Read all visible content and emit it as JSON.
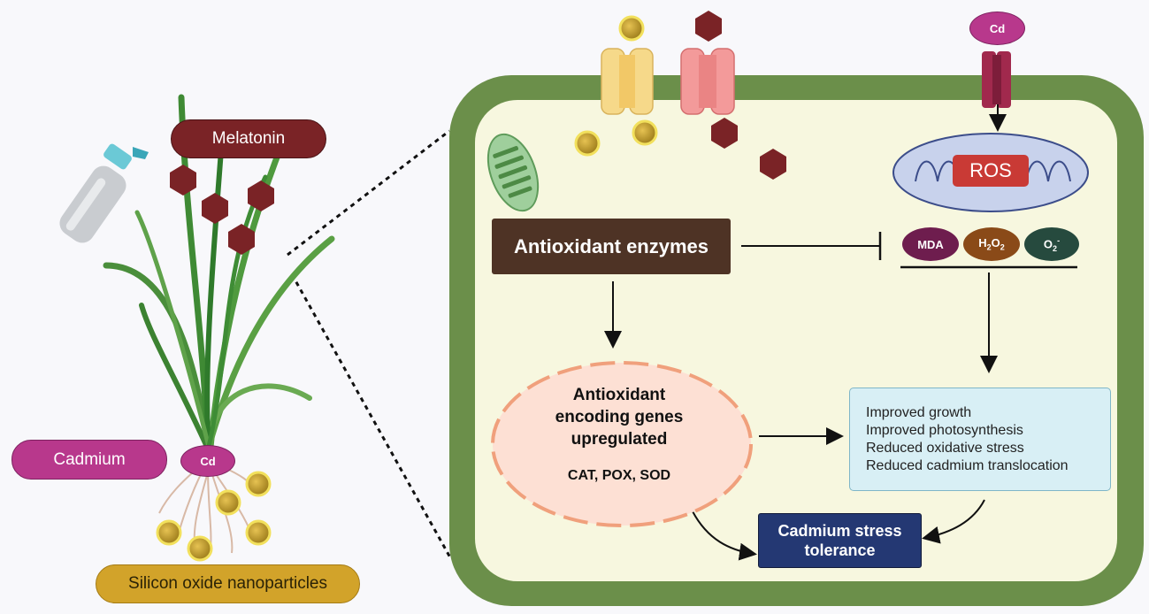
{
  "plant_panel": {
    "melatonin_label": "Melatonin",
    "cadmium_label": "Cadmium",
    "cd_root_label": "Cd",
    "nanoparticles_label": "Silicon oxide nanoparticles"
  },
  "cell_panel": {
    "cd_top_label": "Cd",
    "ros_label": "ROS",
    "mda_label": "MDA",
    "h2o2_label": "H2O2",
    "o2_label": "O2-",
    "antioxidant_enzymes_label": "Antioxidant enzymes",
    "genes_title_line1": "Antioxidant",
    "genes_title_line2": "encoding genes",
    "genes_title_line3": "upregulated",
    "genes_list": "CAT, POX, SOD",
    "outcomes": [
      "Improved growth",
      "Improved photosynthesis",
      "Reduced oxidative stress",
      "Reduced cadmium translocation"
    ],
    "tolerance_line1": "Cadmium stress",
    "tolerance_line2": "tolerance"
  },
  "colors": {
    "melatonin": "#7a2326",
    "cadmium": "#b8388c",
    "nanoparticle": "#d2a32a",
    "cell_wall": "#6b8f4a",
    "cytoplasm": "#f7f7df",
    "enzymes_box": "#4e3325",
    "tolerance_box": "#243873",
    "outcomes_box": "#d8eff5",
    "ros": "#c93a35"
  }
}
